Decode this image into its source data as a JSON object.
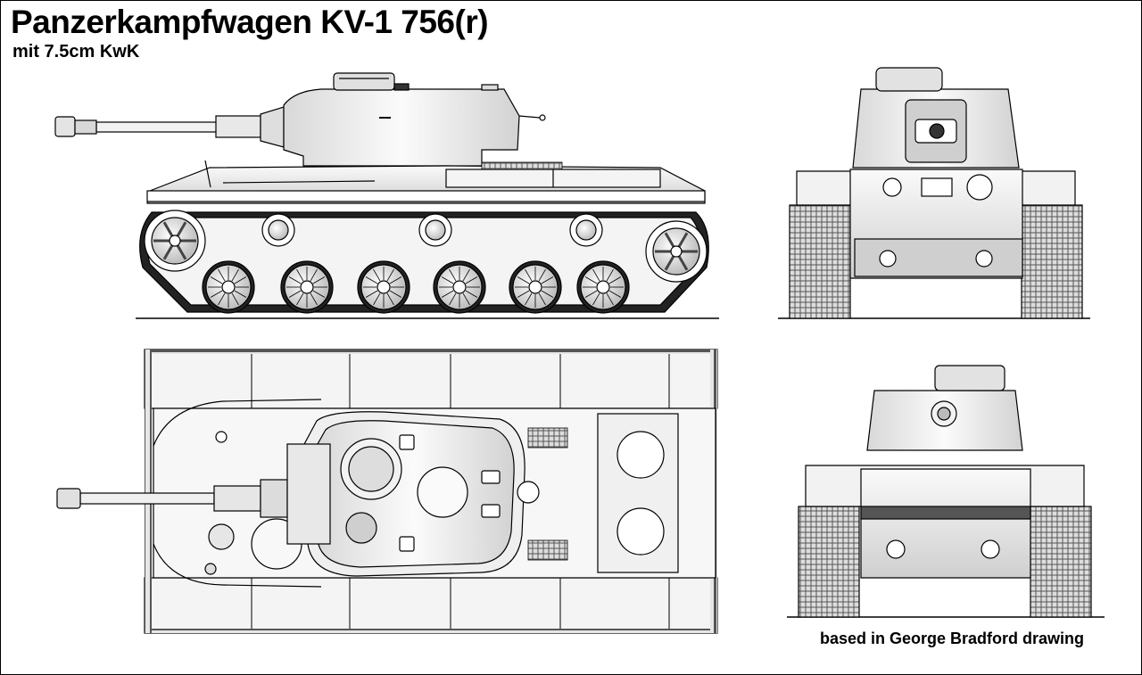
{
  "title": "Panzerkampfwagen KV-1 756(r)",
  "subtitle": "mit 7.5cm KwK",
  "credit": "based in George Bradford drawing",
  "colors": {
    "line": "#000000",
    "fill": "#ececec",
    "dark": "#3a3a3a",
    "background": "#ffffff"
  }
}
